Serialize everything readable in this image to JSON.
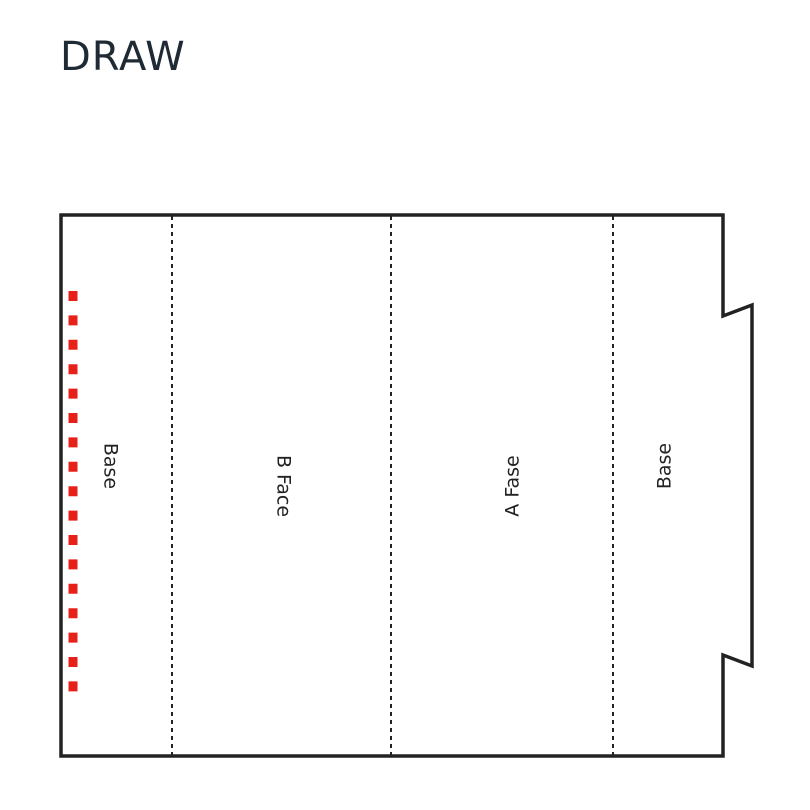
{
  "title": "DRAW",
  "panels": [
    {
      "label": "Base",
      "rotation": "cw"
    },
    {
      "label": "B Face",
      "rotation": "cw"
    },
    {
      "label": "A Fase",
      "rotation": "ccw"
    },
    {
      "label": "Base",
      "rotation": "ccw"
    }
  ],
  "colors": {
    "outline": "#222222",
    "glue_strip": "#e8201a",
    "title": "#1f2a35"
  }
}
